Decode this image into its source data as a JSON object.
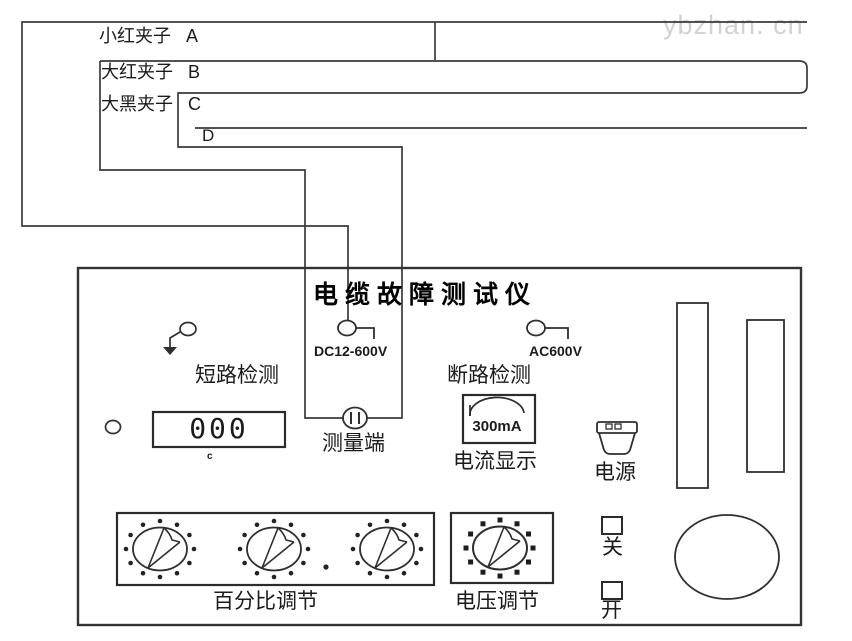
{
  "watermark": "ybzhan. cn",
  "cable": {
    "clip_a": "小红夹子   A",
    "clip_b": "大红夹子   B",
    "clip_c": "大黑夹子   C",
    "conductor_d": "D"
  },
  "panel": {
    "title": "电缆故障测试仪",
    "dc_terminal_label": "DC12-600V",
    "ac_terminal_label": "AC600V",
    "short_circuit_label": "短路检测",
    "open_circuit_label": "断路检测",
    "display": {
      "value": "000",
      "unit_mark": "c"
    },
    "measure_terminal_label": "测量端",
    "meter": {
      "value": "300mA",
      "label": "电流显示"
    },
    "power_label": "电源",
    "percent_knobs_label": "百分比调节",
    "voltage_knob_label": "电压调节",
    "switch_off_label": "关",
    "switch_on_label": "开"
  },
  "colors": {
    "line": "#3a3a3a",
    "panel_border": "#333333",
    "watermark": "#d2d2d2",
    "background": "#ffffff"
  }
}
